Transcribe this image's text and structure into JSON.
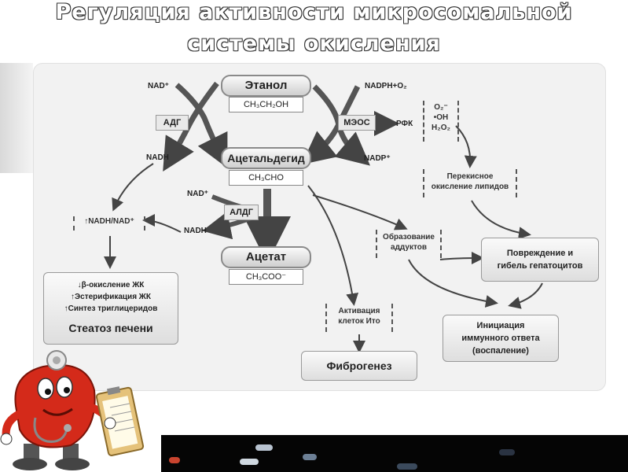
{
  "title": {
    "line1": "Регуляция активности микросомальной",
    "line2": "системы окисления"
  },
  "diagram": {
    "ethanol": {
      "label": "Этанол",
      "formula": "CH₃CH₂OH"
    },
    "acetaldehyde": {
      "label": "Ацетальдегид",
      "formula": "CH₃CHO"
    },
    "acetate": {
      "label": "Ацетат",
      "formula": "CH₃COO⁻"
    },
    "nad_plus_1": "NAD⁺",
    "nadh_1": "NADH",
    "adh": "АДГ",
    "nadph_o2": "NADPH+O₂",
    "nadp_plus": "NADP⁺",
    "meos": "МЭОС",
    "rfk": "РФК",
    "ros": {
      "o2": "O₂⁻",
      "oh": "•OH",
      "h2o2": "H₂O₂"
    },
    "nad_plus_2": "NAD⁺",
    "aldh": "АЛДГ",
    "nadh_2": "NADH",
    "ratio": "↑NADH/NAD⁺",
    "lipid_perox": {
      "l1": "Перекисное",
      "l2": "окисление липидов"
    },
    "adducts": {
      "l1": "Образование",
      "l2": "аддуктов"
    },
    "hepatocyte_damage": {
      "l1": "Повреждение и",
      "l2": "гибель гепатоцитов"
    },
    "immune": {
      "l1": "Инициация",
      "l2": "иммунного ответа",
      "l3": "(воспаление)"
    },
    "ito": {
      "l1": "Активация",
      "l2": "клеток Ито"
    },
    "fibrogenesis": "Фиброгенез",
    "steatosis": {
      "l1": "↓β-окисление ЖК",
      "l2": "↑Эстерификация ЖК",
      "l3": "↑Синтез триглицеридов",
      "title": "Стеатоз печени"
    }
  },
  "colors": {
    "panel_bg": "#f2f2f2",
    "box_border": "#8a8a8a",
    "arrow": "#444444",
    "mascot_body": "#d42a1a"
  }
}
